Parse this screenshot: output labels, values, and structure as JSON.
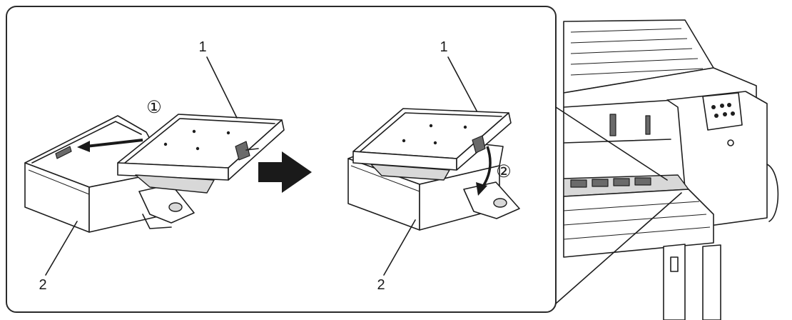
{
  "diagram": {
    "left_step": {
      "part_label_top": "1",
      "part_label_bottom": "2",
      "step_marker": "①"
    },
    "right_step": {
      "part_label_top": "1",
      "part_label_bottom": "2",
      "step_marker": "②"
    }
  },
  "colors": {
    "line": "#1e1e1e",
    "arrow": "#1a1a1a",
    "shade": "#d8d8d8",
    "frame": "#2a2a2a"
  },
  "icons": {
    "transition": "right-arrow-icon"
  }
}
